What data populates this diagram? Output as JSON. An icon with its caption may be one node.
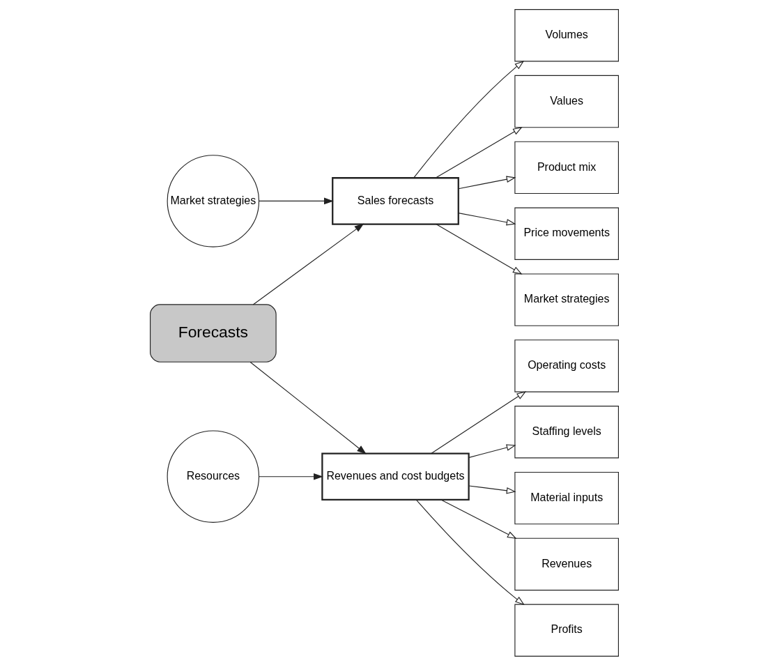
{
  "diagram": {
    "nodes": [
      {
        "text": [
          "Market strategies"
        ]
      },
      {
        "text": [
          "Forecasts"
        ]
      },
      {
        "text": [
          "Resources"
        ]
      },
      {
        "text": [
          "Sales forecasts"
        ]
      },
      {
        "text": [
          "Revenues and cost budgets"
        ]
      },
      {
        "text": [
          "Volumes"
        ]
      },
      {
        "text": [
          "Values"
        ]
      },
      {
        "text": [
          "Product mix"
        ]
      },
      {
        "text": [
          "Price movements"
        ]
      },
      {
        "text": [
          "Market strategies"
        ]
      },
      {
        "text": [
          "Operating costs"
        ]
      },
      {
        "text": [
          "Staffing levels"
        ]
      },
      {
        "text": [
          "Material inputs"
        ]
      },
      {
        "text": [
          "Revenues"
        ]
      },
      {
        "text": [
          "Profits"
        ]
      }
    ],
    "edges": [
      {
        "from": 1,
        "to": 3,
        "arrow": "to"
      },
      {
        "from": 1,
        "to": 4,
        "arrow": "to"
      },
      {
        "from": 0,
        "to": 3,
        "arrow": "to"
      },
      {
        "from": 2,
        "to": 4,
        "arrow": "to"
      },
      {
        "from": 3,
        "to": 5,
        "arrow": "to"
      },
      {
        "from": 3,
        "to": 6,
        "arrow": "to"
      },
      {
        "from": 3,
        "to": 7,
        "arrow": "to"
      },
      {
        "from": 3,
        "to": 8,
        "arrow": "to"
      },
      {
        "from": 3,
        "to": 9,
        "arrow": "to"
      },
      {
        "from": 4,
        "to": 10,
        "arrow": "to"
      },
      {
        "from": 4,
        "to": 11,
        "arrow": "to"
      },
      {
        "from": 4,
        "to": 12,
        "arrow": "to"
      },
      {
        "from": 4,
        "to": 13,
        "arrow": "to"
      },
      {
        "from": 4,
        "to": 14,
        "arrow": "to"
      }
    ]
  }
}
